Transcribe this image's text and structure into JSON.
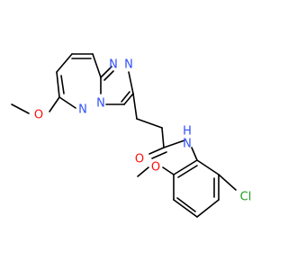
{
  "molecule": {
    "atoms": {
      "n_triazole_top_left": "N",
      "n_triazole_top_right": "N",
      "n_bridge": "N",
      "n_pyridazine": "N",
      "o_methoxy_left": "O",
      "o_carbonyl": "O",
      "n_amide": "N",
      "h_amide": "H",
      "o_methoxy_right": "O",
      "cl": "Cl"
    },
    "colors": {
      "carbon": "#000000",
      "nitrogen": "#3050f8",
      "oxygen": "#ff0d0d",
      "chlorine": "#1fa01f"
    }
  }
}
